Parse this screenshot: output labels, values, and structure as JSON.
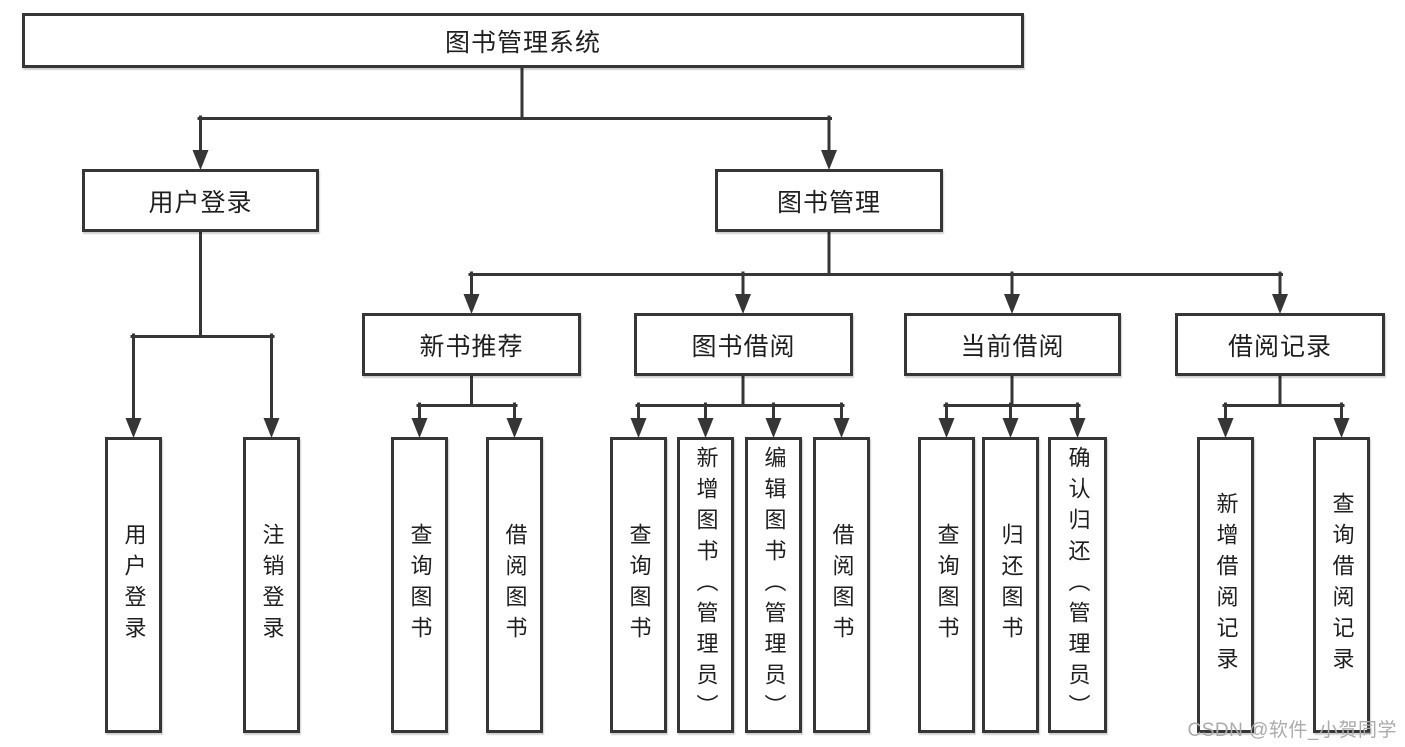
{
  "diagram": {
    "root": {
      "label": "图书管理系统"
    },
    "level2": [
      {
        "label": "用户登录",
        "children": [
          "用户登录",
          "注销登录"
        ]
      },
      {
        "label": "图书管理"
      }
    ],
    "level3": [
      {
        "label": "新书推荐",
        "children": [
          "查询图书",
          "借阅图书"
        ]
      },
      {
        "label": "图书借阅",
        "children": [
          "查询图书",
          "新增图书（管理员）",
          "编辑图书（管理员）",
          "借阅图书"
        ]
      },
      {
        "label": "当前借阅",
        "children": [
          "查询图书",
          "归还图书",
          "确认归还（管理员）"
        ]
      },
      {
        "label": "借阅记录",
        "children": [
          "新增借阅记录",
          "查询借阅记录"
        ]
      }
    ]
  },
  "colors": {
    "line": "#363636",
    "box_fill": "#ffffff",
    "text": "#1f1f1f",
    "watermark": "#ababab"
  },
  "watermark": {
    "text": "CSDN @软件_小贺同学"
  }
}
